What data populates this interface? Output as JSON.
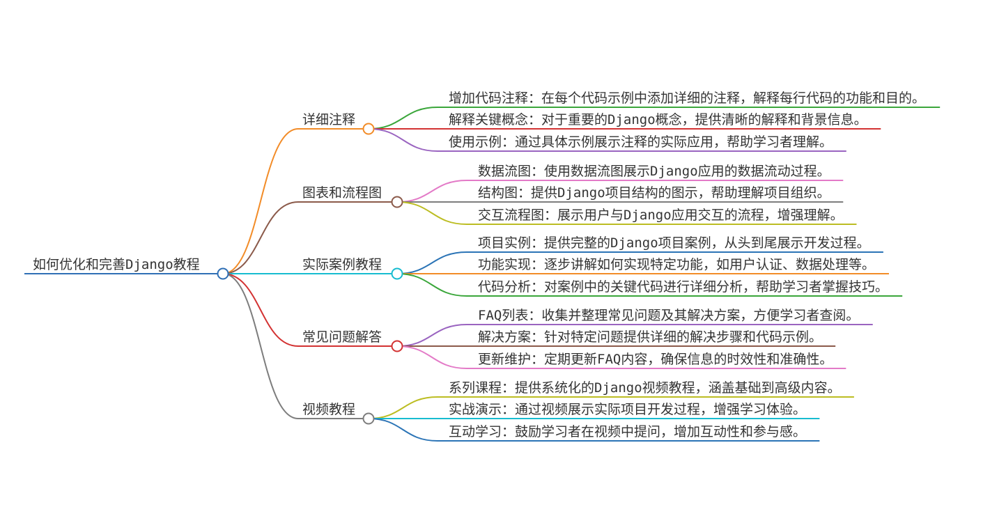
{
  "root": {
    "label": "如何优化和完善Django教程",
    "color": "#2f6fb5"
  },
  "branches": [
    {
      "label": "详细注释",
      "color": "#f28c28",
      "children": [
        {
          "label": "增加代码注释：在每个代码示例中添加详细的注释，解释每行代码的功能和目的。",
          "color": "#3aa63a"
        },
        {
          "label": "解释关键概念：对于重要的Django概念，提供清晰的解释和背景信息。",
          "color": "#d33232"
        },
        {
          "label": "使用示例：通过具体示例展示注释的实际应用，帮助学习者理解。",
          "color": "#9a64c0"
        }
      ]
    },
    {
      "label": "图表和流程图",
      "color": "#8b5a4a",
      "children": [
        {
          "label": "数据流图：使用数据流图展示Django应用的数据流动过程。",
          "color": "#e37ac7"
        },
        {
          "label": "结构图：提供Django项目结构的图示，帮助理解项目组织。",
          "color": "#7d7d7d"
        },
        {
          "label": "交互流程图：展示用户与Django应用交互的流程，增强理解。",
          "color": "#bcbd22"
        }
      ]
    },
    {
      "label": "实际案例教程",
      "color": "#17bcd0",
      "children": [
        {
          "label": "项目实例：提供完整的Django项目案例，从头到尾展示开发过程。",
          "color": "#2b74b6"
        },
        {
          "label": "功能实现：逐步讲解如何实现特定功能，如用户认证、数据处理等。",
          "color": "#f28c28"
        },
        {
          "label": "代码分析：对案例中的关键代码进行详细分析，帮助学习者掌握技巧。",
          "color": "#3aa63a"
        }
      ]
    },
    {
      "label": "常见问题解答",
      "color": "#d33232",
      "children": [
        {
          "label": "FAQ列表：收集并整理常见问题及其解决方案，方便学习者查阅。",
          "color": "#9a64c0"
        },
        {
          "label": "解决方案：针对特定问题提供详细的解决步骤和代码示例。",
          "color": "#8b5a4a"
        },
        {
          "label": "更新维护：定期更新FAQ内容，确保信息的时效性和准确性。",
          "color": "#e37ac7"
        }
      ]
    },
    {
      "label": "视频教程",
      "color": "#7d7d7d",
      "children": [
        {
          "label": "系列课程：提供系统化的Django视频教程，涵盖基础到高级内容。",
          "color": "#bcbd22"
        },
        {
          "label": "实战演示：通过视频展示实际项目开发过程，增强学习体验。",
          "color": "#17bcd0"
        },
        {
          "label": "互动学习：鼓励学习者在视频中提问，增加互动性和参与感。",
          "color": "#2b74b6"
        }
      ]
    }
  ]
}
